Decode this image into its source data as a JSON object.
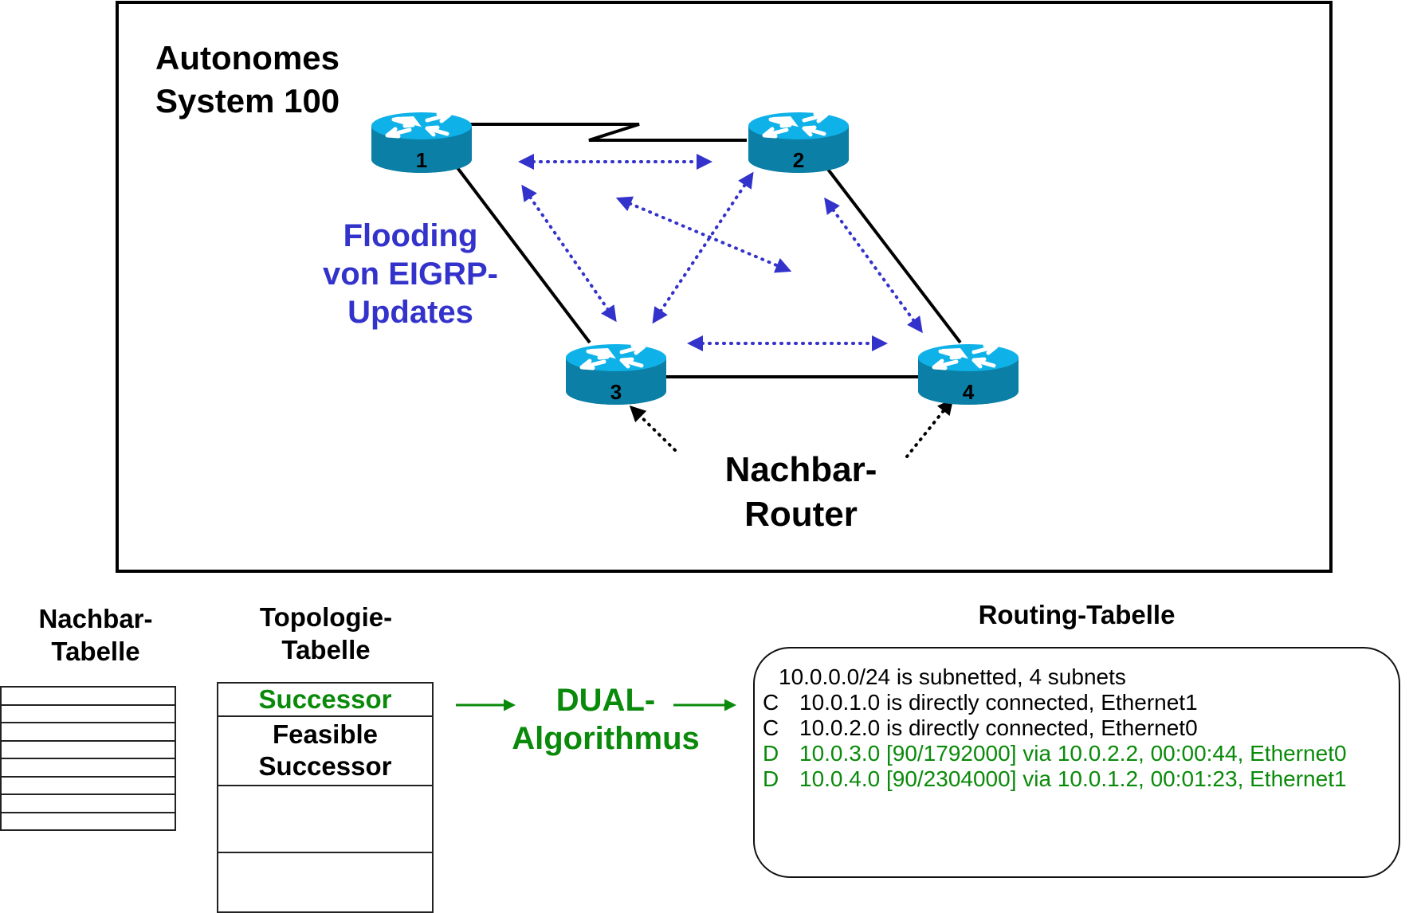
{
  "autonomous_system": {
    "title_line1": "Autonomes",
    "title_line2": "System 100"
  },
  "routers": [
    {
      "id": "1",
      "label": "1"
    },
    {
      "id": "2",
      "label": "2"
    },
    {
      "id": "3",
      "label": "3"
    },
    {
      "id": "4",
      "label": "4"
    }
  ],
  "links": [
    {
      "from": "1",
      "to": "2",
      "type": "serial"
    },
    {
      "from": "1",
      "to": "3",
      "type": "ethernet"
    },
    {
      "from": "2",
      "to": "4",
      "type": "ethernet"
    },
    {
      "from": "3",
      "to": "4",
      "type": "ethernet"
    }
  ],
  "flooding_label": {
    "line1": "Flooding",
    "line2": "von EIGRP-",
    "line3": "Updates"
  },
  "neighbor_router_label": {
    "line1": "Nachbar-",
    "line2": "Router"
  },
  "neighbor_table": {
    "title_line1": "Nachbar-",
    "title_line2": "Tabelle",
    "row_count": 8
  },
  "topology_table": {
    "title_line1": "Topologie-",
    "title_line2": "Tabelle",
    "successor": "Successor",
    "feasible_line1": "Feasible",
    "feasible_line2": "Successor"
  },
  "dual": {
    "line1": "DUAL-",
    "line2": "Algorithmus"
  },
  "routing_table": {
    "title": "Routing-Tabelle",
    "rows": [
      {
        "code": "",
        "text": "10.0.0.0/24 is subnetted, 4 subnets",
        "color": "#000000"
      },
      {
        "code": "C",
        "text": "10.0.1.0 is directly connected, Ethernet1",
        "color": "#000000"
      },
      {
        "code": "C",
        "text": "10.0.2.0 is directly connected, Ethernet0",
        "color": "#000000"
      },
      {
        "code": "D",
        "text": "10.0.3.0 [90/1792000] via 10.0.2.2, 00:00:44, Ethernet0",
        "color": "#0a8a0a"
      },
      {
        "code": "D",
        "text": "10.0.4.0 [90/2304000] via 10.0.1.2, 00:01:23, Ethernet1",
        "color": "#0a8a0a"
      }
    ]
  },
  "colors": {
    "flooding_blue": "#3333cc",
    "dual_green": "#0a8a0a",
    "router_top": "#0fb2e8",
    "router_side": "#0b7fa6"
  }
}
